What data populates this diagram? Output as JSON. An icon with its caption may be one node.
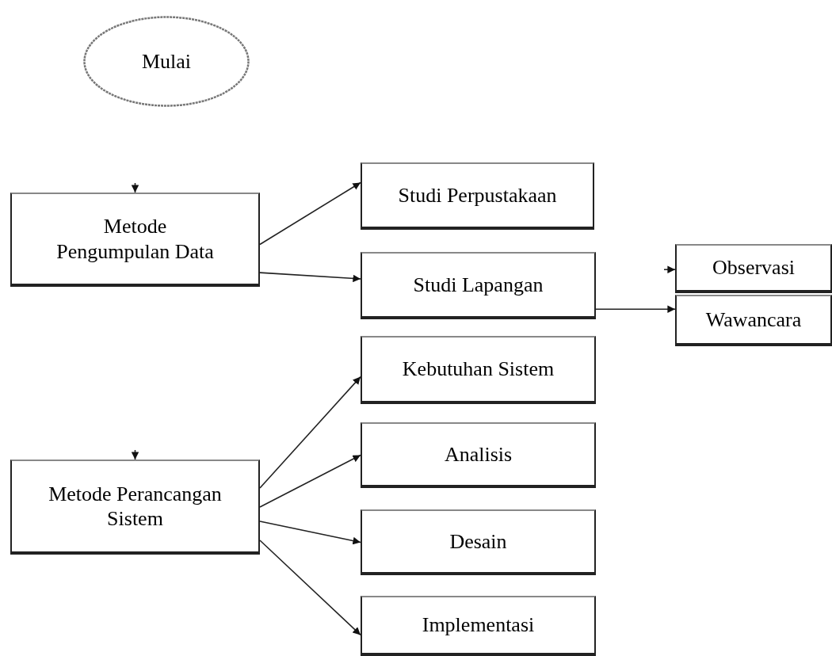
{
  "diagram": {
    "nodes": [
      {
        "text": [
          "Mulai"
        ]
      },
      {
        "text": [
          "Metode Pengumpulan Data"
        ]
      },
      {
        "text": [
          "Studi Perpustakaan"
        ]
      },
      {
        "text": [
          "Studi Lapangan"
        ]
      },
      {
        "text": [
          "Observasi"
        ]
      },
      {
        "text": [
          "Wawancara"
        ]
      },
      {
        "text": [
          "Kebutuhan Sistem"
        ]
      },
      {
        "text": [
          "Analisis"
        ]
      },
      {
        "text": [
          "Metode Perancangan Sistem"
        ]
      },
      {
        "text": [
          "Desain"
        ]
      },
      {
        "text": [
          "Implementasi"
        ]
      }
    ],
    "edges": [
      {
        "from": null,
        "to": 1,
        "arrow": "to"
      },
      {
        "from": 1,
        "to": 2,
        "arrow": "to"
      },
      {
        "from": 1,
        "to": 3,
        "arrow": "to"
      },
      {
        "from": null,
        "to": 4,
        "arrow": "to"
      },
      {
        "from": 3,
        "to": 5,
        "arrow": "to"
      },
      {
        "from": null,
        "to": 8,
        "arrow": "to"
      },
      {
        "from": 8,
        "to": 6,
        "arrow": "to"
      },
      {
        "from": 8,
        "to": 7,
        "arrow": "to"
      },
      {
        "from": 8,
        "to": 9,
        "arrow": "to"
      },
      {
        "from": 8,
        "to": 10,
        "arrow": "to"
      }
    ]
  }
}
